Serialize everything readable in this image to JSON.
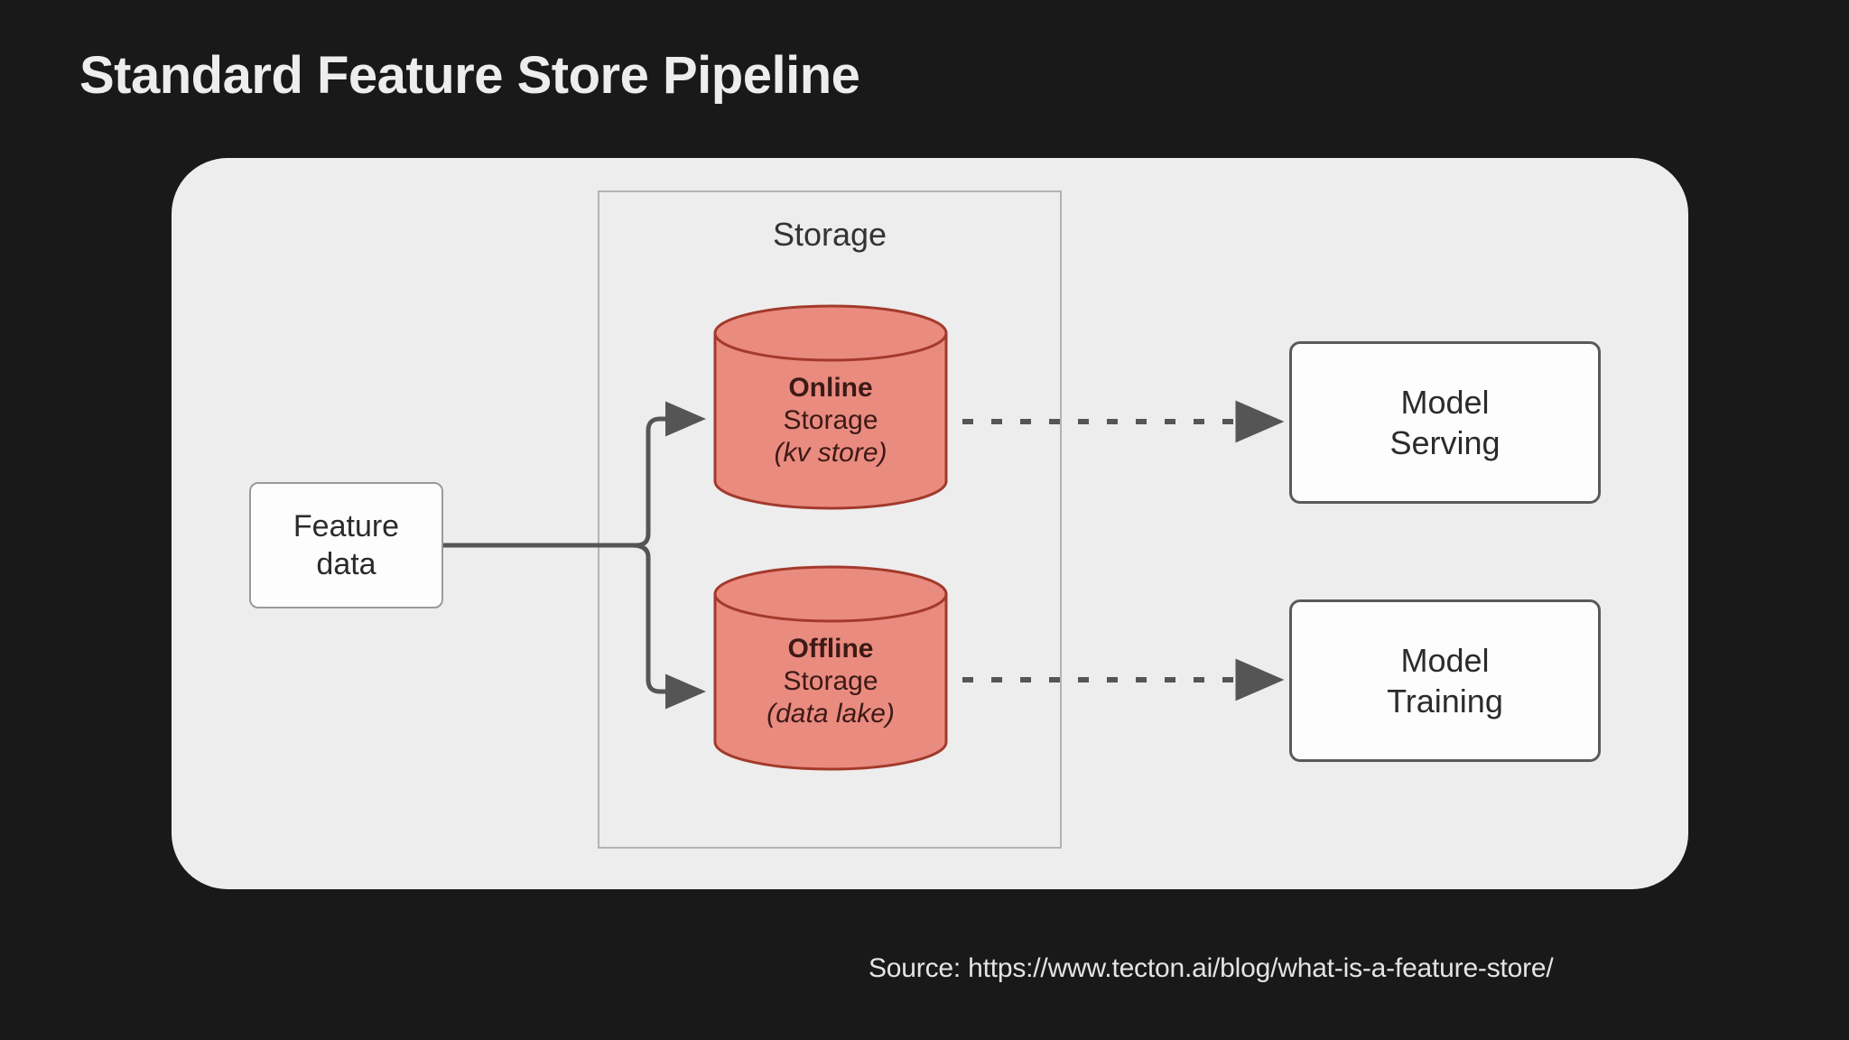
{
  "slide": {
    "title": "Standard Feature Store Pipeline",
    "background_color": "#191919",
    "panel_color": "#EDEDED",
    "source": "Source: https://www.tecton.ai/blog/what-is-a-feature-store/"
  },
  "diagram": {
    "type": "flow-diagram",
    "group": {
      "label": "Storage",
      "border_color": "#B3B3B3"
    },
    "nodes": [
      {
        "id": "feature-data",
        "shape": "rounded-rect",
        "lines": [
          "Feature",
          "data"
        ],
        "fill": "#FDFDFD",
        "stroke": "#9A9A9A"
      },
      {
        "id": "online-storage",
        "shape": "cylinder",
        "title": "Online",
        "subtitle": "Storage",
        "note": "(kv store)",
        "fill": "#EA8B80",
        "stroke": "#A33A2C"
      },
      {
        "id": "offline-storage",
        "shape": "cylinder",
        "title": "Offline",
        "subtitle": "Storage",
        "note": "(data lake)",
        "fill": "#EA8B80",
        "stroke": "#A33A2C"
      },
      {
        "id": "model-serving",
        "shape": "rounded-rect",
        "lines": [
          "Model",
          "Serving"
        ],
        "fill": "#FDFDFD",
        "stroke": "#5A5A5A"
      },
      {
        "id": "model-training",
        "shape": "rounded-rect",
        "lines": [
          "Model",
          "Training"
        ],
        "fill": "#FDFDFD",
        "stroke": "#5A5A5A"
      }
    ],
    "edges": [
      {
        "id": "feature-to-online",
        "from": "feature-data",
        "to": "online-storage",
        "style": "solid",
        "arrow": "filled-triangle",
        "color": "#555555"
      },
      {
        "id": "feature-to-offline",
        "from": "feature-data",
        "to": "offline-storage",
        "style": "solid",
        "arrow": "filled-triangle",
        "color": "#555555"
      },
      {
        "id": "online-to-serving",
        "from": "online-storage",
        "to": "model-serving",
        "style": "dashed",
        "arrow": "filled-triangle",
        "color": "#555555"
      },
      {
        "id": "offline-to-training",
        "from": "offline-storage",
        "to": "model-training",
        "style": "dashed",
        "arrow": "filled-triangle",
        "color": "#555555"
      }
    ]
  }
}
